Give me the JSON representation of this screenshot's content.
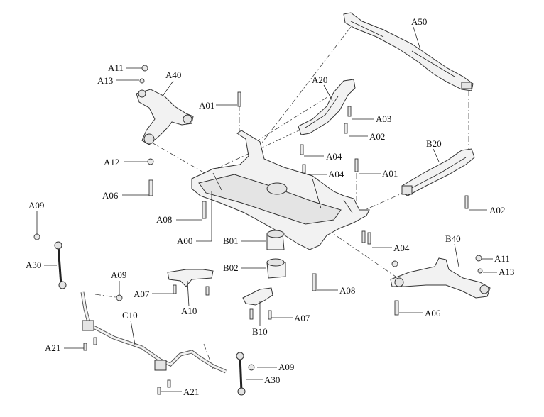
{
  "labels": {
    "A50": "A50",
    "A20": "A20",
    "A03": "A03",
    "A02_top": "A02",
    "A04_top": "A04",
    "A04_mid": "A04",
    "A01_top": "A01",
    "A01_right": "A01",
    "B20": "B20",
    "A02_right": "A02",
    "A11_left": "A11",
    "A13_left": "A13",
    "A40": "A40",
    "A12": "A12",
    "A06_left": "A06",
    "A08_left": "A08",
    "A00": "A00",
    "B01": "B01",
    "B02": "B02",
    "A04_right": "A04",
    "A09_left": "A09",
    "A30_left": "A30",
    "A09_mid": "A09",
    "A07_left": "A07",
    "A10": "A10",
    "C10": "C10",
    "A21_left": "A21",
    "A21_bottom": "A21",
    "A09_bottom": "A09",
    "A30_bottom": "A30",
    "B10": "B10",
    "A07_right": "A07",
    "A08_bottom": "A08",
    "B40": "B40",
    "A11_right": "A11",
    "A13_right": "A13",
    "A06_right": "A06"
  }
}
